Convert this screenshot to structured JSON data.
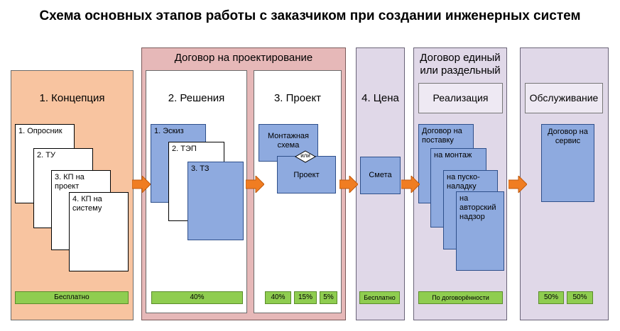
{
  "title": "Схема основных этапов работы с заказчиком при создании инженерных систем",
  "contract_design": "Договор на проектирование",
  "contract_combined": "Договор единый\nили раздельный",
  "stages": {
    "concept": {
      "label": "1. Концепция",
      "cards": [
        "1. Опросник",
        "2. ТУ",
        "3. КП на проект",
        "4. КП на систему"
      ],
      "price": "Бесплатно"
    },
    "solutions": {
      "label": "2. Решения",
      "cards": [
        "1. Эскиз",
        "2. ТЭП",
        "3. ТЗ"
      ],
      "price": "40%"
    },
    "project": {
      "label": "3. Проект",
      "card_top": "Монтажная схема",
      "or_label": "или",
      "card_bottom": "Проект",
      "prices": [
        "40%",
        "15%",
        "5%"
      ]
    },
    "price_stage": {
      "label": "4. Цена",
      "card": "Смета",
      "price": "Бесплатно"
    },
    "implementation": {
      "label": "Реализация",
      "cards": [
        "Договор на поставку",
        "на монтаж",
        "на пуско-наладку",
        "на авторский надзор"
      ],
      "price": "По договорённости"
    },
    "service": {
      "label": "Обслуживание",
      "card": "Договор на сервис",
      "prices": [
        "50%",
        "50%"
      ]
    }
  },
  "colors": {
    "arrow": "#f07d22",
    "orange_panel": "#f8c4a0",
    "pink_panel": "#e6b8b8",
    "lavender_panel": "#e0d8e8",
    "blue_card": "#8eaadf",
    "green_badge": "#8fcd50"
  }
}
